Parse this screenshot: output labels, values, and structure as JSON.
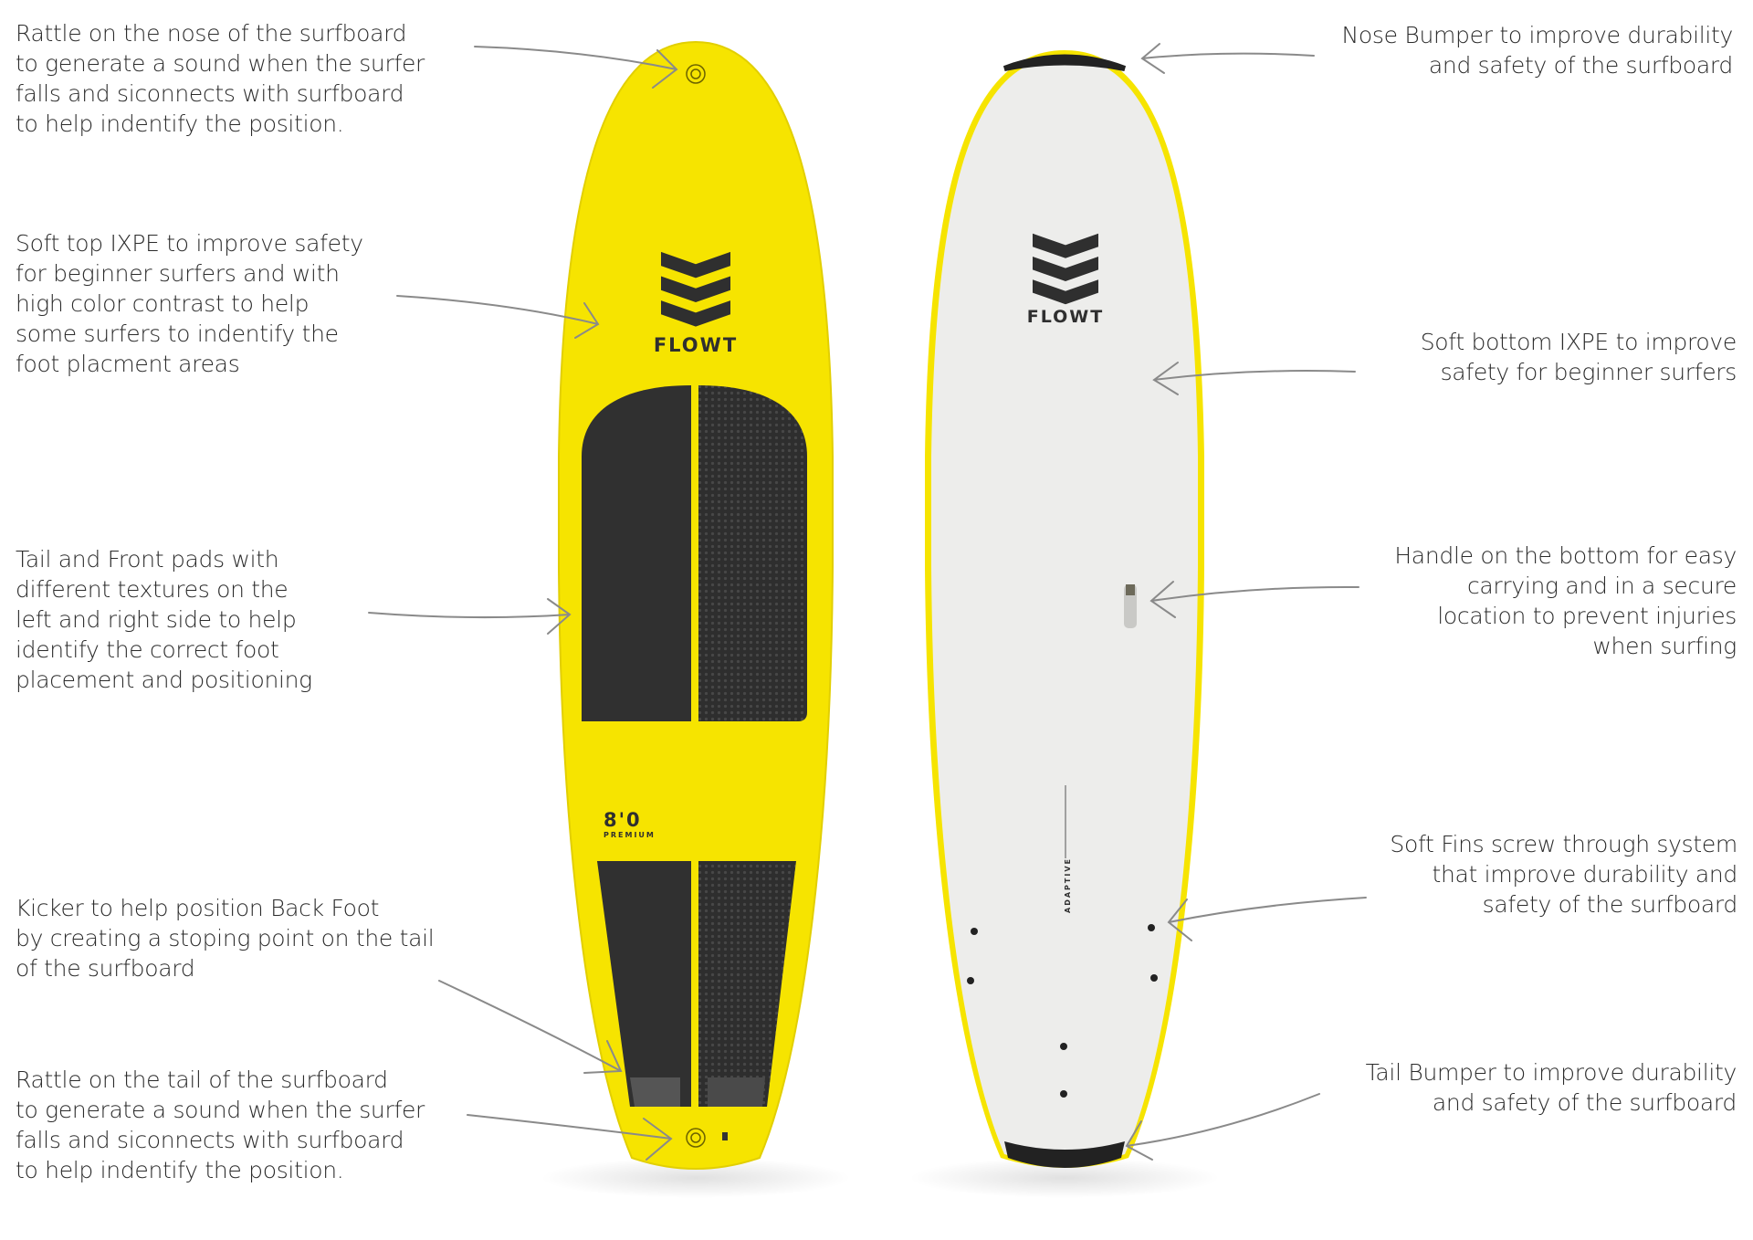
{
  "colors": {
    "board_top": "#f6e400",
    "board_bottom": "#ededeb",
    "pad": "#2e2e2e",
    "arrow": "#8a8a8a",
    "text": "#2b2b2b"
  },
  "left_notes": [
    {
      "text": "Rattle on the nose of the surfboard\nto generate a sound when the surfer\nfalls and siconnects with surfboard\nto help indentify the position."
    },
    {
      "text": "Soft top IXPE to improve safety\nfor beginner surfers and with\nhigh color contrast to help\nsome surfers to indentify the\nfoot placment areas"
    },
    {
      "text": "Tail and Front pads with\ndifferent  textures on the\nleft and right side to help\nidentify the correct foot\nplacement and positioning"
    },
    {
      "text": "Kicker to help position Back Foot\nby creating a stoping point on the tail\nof the surfboard"
    },
    {
      "text": "Rattle on the tail of the surfboard\nto generate a sound when the surfer\nfalls and siconnects with surfboard\nto help indentify the position."
    }
  ],
  "right_notes": [
    {
      "text": "Nose Bumper to improve durability\nand safety of the surfboard"
    },
    {
      "text": "Soft bottom IXPE to improve\nsafety for beginner surfers"
    },
    {
      "text": "Handle on the bottom for easy\ncarrying and in a secure\nlocation to prevent injuries\nwhen surfing"
    },
    {
      "text": "Soft Fins screw through system\nthat improve durability and\nsafety of the surfboard"
    },
    {
      "text": "Tail Bumper to improve durability\nand safety of the surfboard"
    }
  ],
  "board": {
    "brand": "FLOWT",
    "size": "8'0",
    "model": "PREMIUM",
    "bottom_tech": "ADAPTIVE"
  }
}
